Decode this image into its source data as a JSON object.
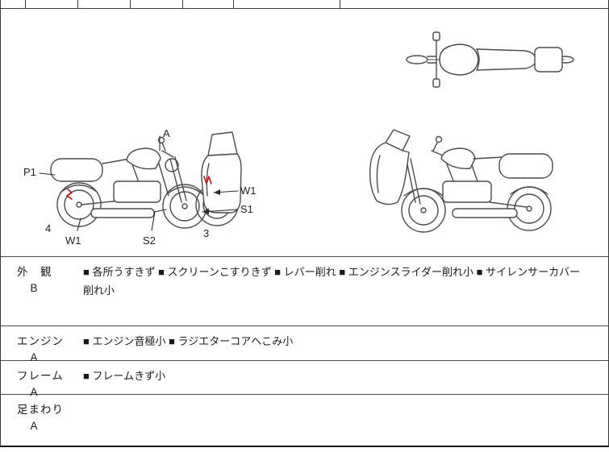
{
  "diagram": {
    "labels": {
      "p1": "P1",
      "a": "A",
      "w1_right": "W1",
      "s1": "S1",
      "four": "4",
      "w1_bottom": "W1",
      "s2": "S2",
      "three": "3"
    }
  },
  "colors": {
    "damage_mark": "#c41f1f",
    "line_art": "#4b4b4b",
    "border": "#3a3a3a"
  },
  "table": {
    "rows": [
      {
        "category": "外　観",
        "grade": "B",
        "comments": "■ 各所うすきず ■ スクリーンこすりきず ■ レバー削れ ■ エンジンスライダー削れ小 ■ サイレンサーカバー削れ小"
      },
      {
        "category": "エンジン",
        "grade": "A",
        "comments": "■ エンジン音極小 ■ ラジエターコアへこみ小"
      },
      {
        "category": "フレーム",
        "grade": "A",
        "comments": "■ フレームきず小"
      },
      {
        "category": "足まわり",
        "grade": "A",
        "comments": ""
      }
    ]
  }
}
